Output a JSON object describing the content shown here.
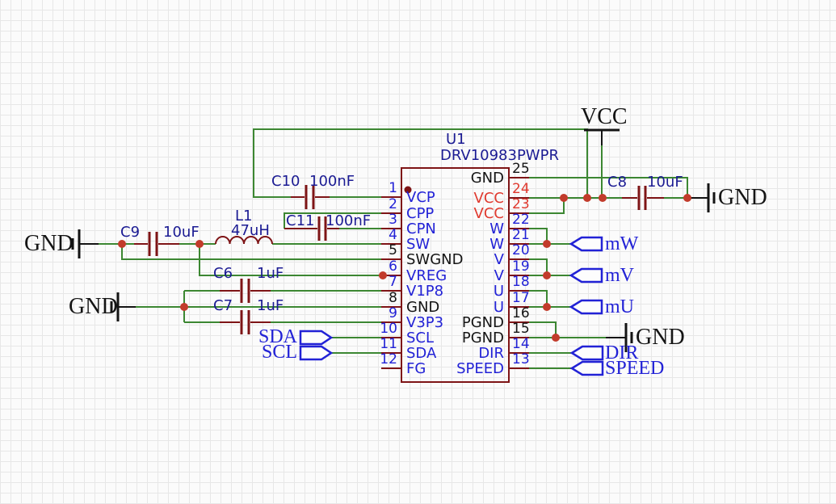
{
  "palette": {
    "wire_green": "#3c8732",
    "component_red": "#7e1416",
    "junction_red": "#c23b2b",
    "pin_blue": "#2222d6",
    "label_navy": "#1b1b93",
    "vcc_pin_red": "#e03a2f",
    "text_black": "#141414",
    "grid_line": "#e7e7e7",
    "background": "#fbfbfb"
  },
  "ic": {
    "designator": "U1",
    "part": "DRV10983PWPR",
    "left_pins": [
      {
        "num": "1",
        "name": "VCP",
        "color": "blue"
      },
      {
        "num": "2",
        "name": "CPP",
        "color": "blue"
      },
      {
        "num": "3",
        "name": "CPN",
        "color": "blue"
      },
      {
        "num": "4",
        "name": "SW",
        "color": "blue"
      },
      {
        "num": "5",
        "name": "SWGND",
        "color": "black"
      },
      {
        "num": "6",
        "name": "VREG",
        "color": "blue"
      },
      {
        "num": "7",
        "name": "V1P8",
        "color": "blue"
      },
      {
        "num": "8",
        "name": "GND",
        "color": "black"
      },
      {
        "num": "9",
        "name": "V3P3",
        "color": "blue"
      },
      {
        "num": "10",
        "name": "SCL",
        "color": "blue"
      },
      {
        "num": "11",
        "name": "SDA",
        "color": "blue"
      },
      {
        "num": "12",
        "name": "FG",
        "color": "blue"
      }
    ],
    "right_pins": [
      {
        "num": "25",
        "name": "GND",
        "color": "black"
      },
      {
        "num": "24",
        "name": "VCC",
        "color": "red"
      },
      {
        "num": "23",
        "name": "VCC",
        "color": "red"
      },
      {
        "num": "22",
        "name": "W",
        "color": "blue"
      },
      {
        "num": "21",
        "name": "W",
        "color": "blue"
      },
      {
        "num": "20",
        "name": "V",
        "color": "blue"
      },
      {
        "num": "19",
        "name": "V",
        "color": "blue"
      },
      {
        "num": "18",
        "name": "U",
        "color": "blue"
      },
      {
        "num": "17",
        "name": "U",
        "color": "blue"
      },
      {
        "num": "16",
        "name": "PGND",
        "color": "black"
      },
      {
        "num": "15",
        "name": "PGND",
        "color": "black"
      },
      {
        "num": "14",
        "name": "DIR",
        "color": "blue"
      },
      {
        "num": "13",
        "name": "SPEED",
        "color": "blue"
      }
    ]
  },
  "components": {
    "c9": {
      "ref": "C9",
      "value": "10uF"
    },
    "l1": {
      "ref": "L1",
      "value": "47uH"
    },
    "c10": {
      "ref": "C10",
      "value": "100nF"
    },
    "c11": {
      "ref": "C11",
      "value": "100nF"
    },
    "c6": {
      "ref": "C6",
      "value": "1uF"
    },
    "c7": {
      "ref": "C7",
      "value": "1uF"
    },
    "c8": {
      "ref": "C8",
      "value": "10uF"
    }
  },
  "net_labels": {
    "gnd": "GND",
    "vcc": "VCC"
  },
  "ports": {
    "sda": "SDA",
    "scl": "SCL",
    "mw": "mW",
    "mv": "mV",
    "mu": "mU",
    "dir": "DIR",
    "speed": "SPEED"
  }
}
